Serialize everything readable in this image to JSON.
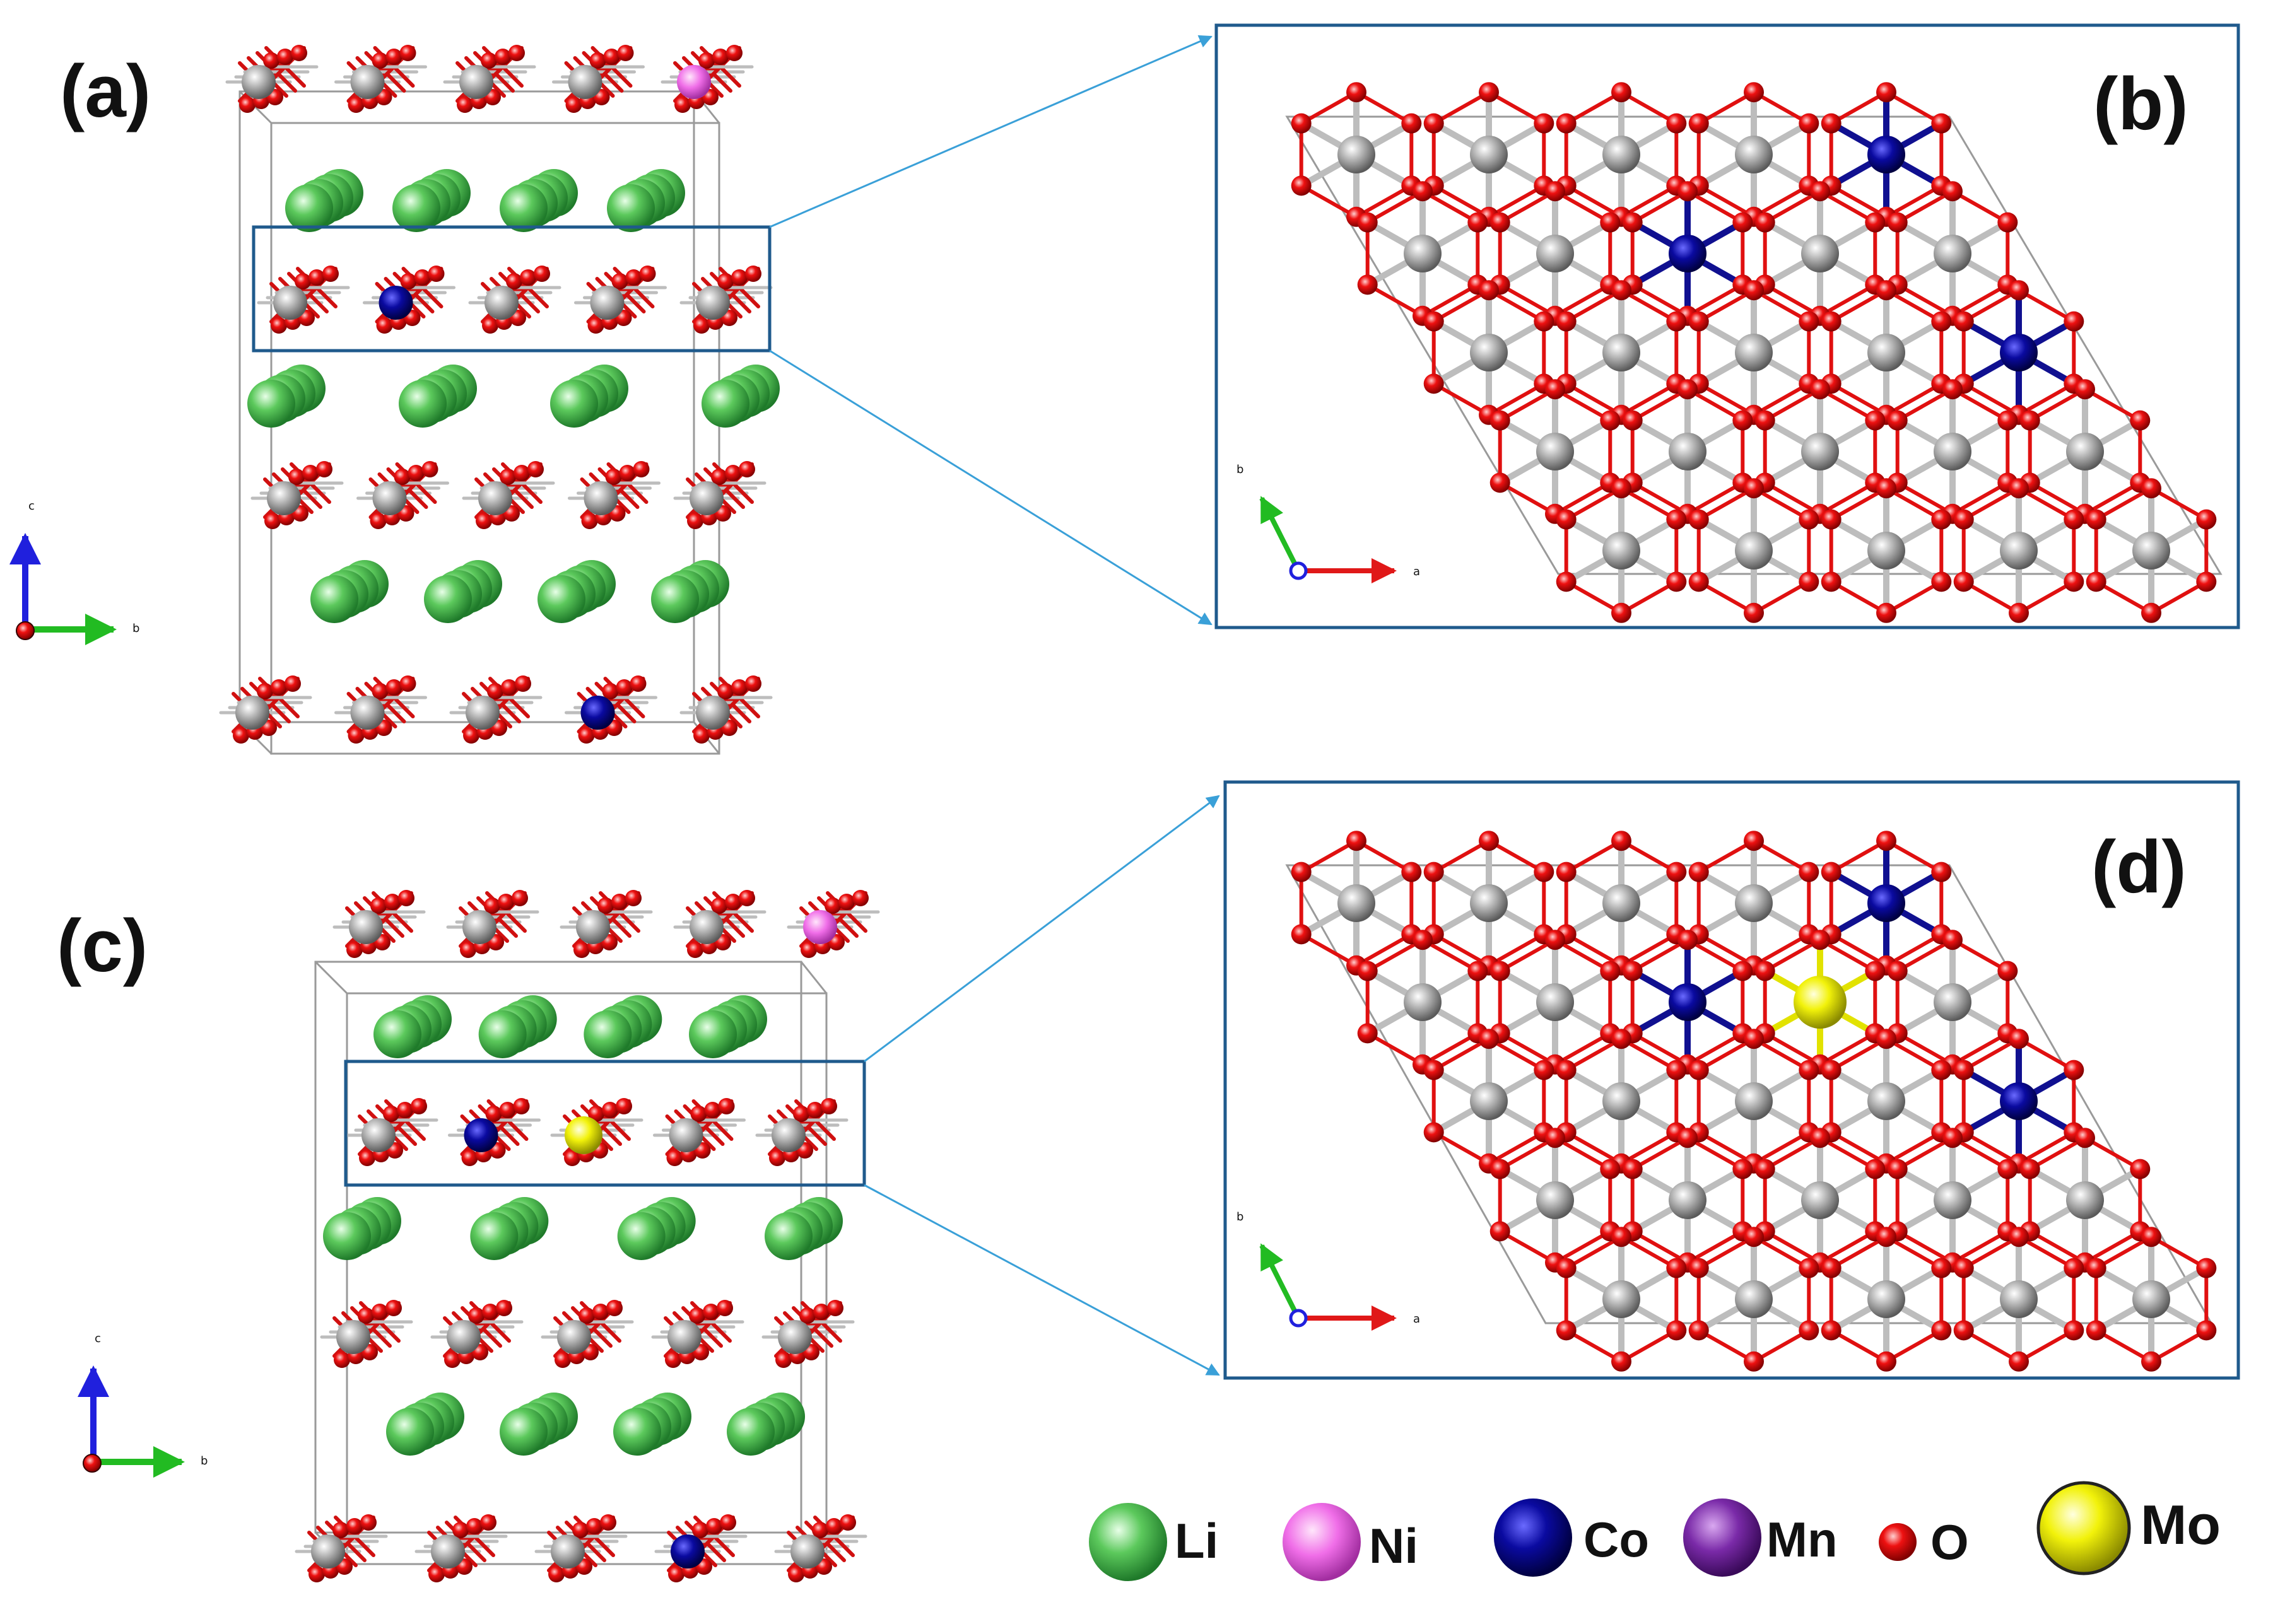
{
  "panels": [
    {
      "id": "a",
      "label": "(a)"
    },
    {
      "id": "b",
      "label": "(b)"
    },
    {
      "id": "c",
      "label": "(c)"
    },
    {
      "id": "d",
      "label": "(d)"
    }
  ],
  "axes": {
    "side_view": {
      "vertical": "c",
      "horizontal": "b"
    },
    "top_view": {
      "vertical": "b",
      "horizontal": "a"
    }
  },
  "legend": [
    {
      "symbol": "Li",
      "color": "#5cc95c"
    },
    {
      "symbol": "Ni",
      "color": "#f06ee8"
    },
    {
      "symbol": "Co",
      "color": "#0a0aa0"
    },
    {
      "symbol": "Mn",
      "color": "#7a2aa8"
    },
    {
      "symbol": "O",
      "color": "#ee1111"
    },
    {
      "symbol": "Mo",
      "color": "#f2f20a"
    }
  ],
  "colors": {
    "transition_metal": "#b4b4b4",
    "frame": "#1f5a8c",
    "arrow": "#3aa0d8",
    "cell_edge": "#9a9a9a"
  }
}
